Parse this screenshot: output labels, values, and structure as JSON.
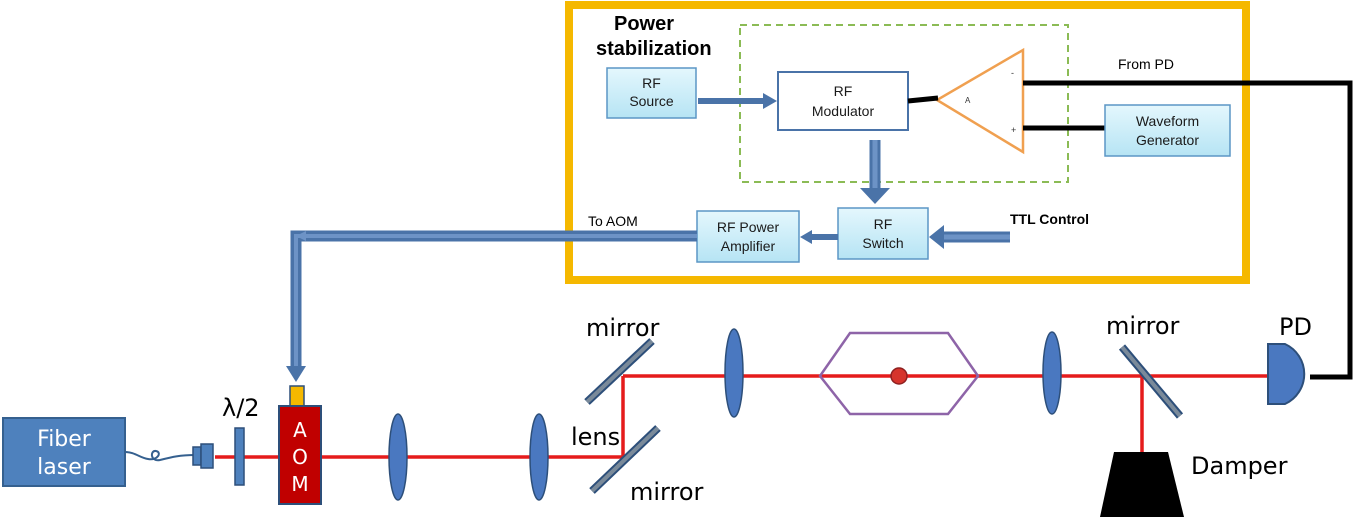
{
  "power_stabilization": {
    "title_line1": "Power",
    "title_line2": "stabilization",
    "rf_source": [
      "RF",
      "Source"
    ],
    "rf_modulator": [
      "RF",
      "Modulator"
    ],
    "amplifier_symbol": "A",
    "amp_minus": "-",
    "amp_plus": "+",
    "waveform_generator": [
      "Waveform",
      "Generator"
    ],
    "rf_switch": [
      "RF",
      "Switch"
    ],
    "rf_power_amplifier": [
      "RF Power",
      "Amplifier"
    ],
    "ttl_control": "TTL Control",
    "from_pd": "From  PD",
    "to_aom": "To AOM"
  },
  "optics": {
    "fiber_laser": [
      "Fiber",
      "laser"
    ],
    "half_wave": "λ/2",
    "aom_letters": [
      "A",
      "O",
      "M"
    ],
    "mirror_top": "mirror",
    "lens": "lens",
    "mirror_bottom": "mirror",
    "mirror_right": "mirror",
    "pd": "PD",
    "damper": "Damper"
  },
  "colors": {
    "frame": "#f5b800",
    "dashed": "#8bbb55",
    "box_fill": "#cdeef8",
    "box_stroke": "#5b96c5",
    "arrow_blue": "#4a73a8",
    "laser_red": "#e51c1c",
    "aom_red": "#c00000",
    "lens_blue": "#4a78c0",
    "amp_orange": "#f0a050",
    "chamber_purple": "#8e64a8"
  }
}
